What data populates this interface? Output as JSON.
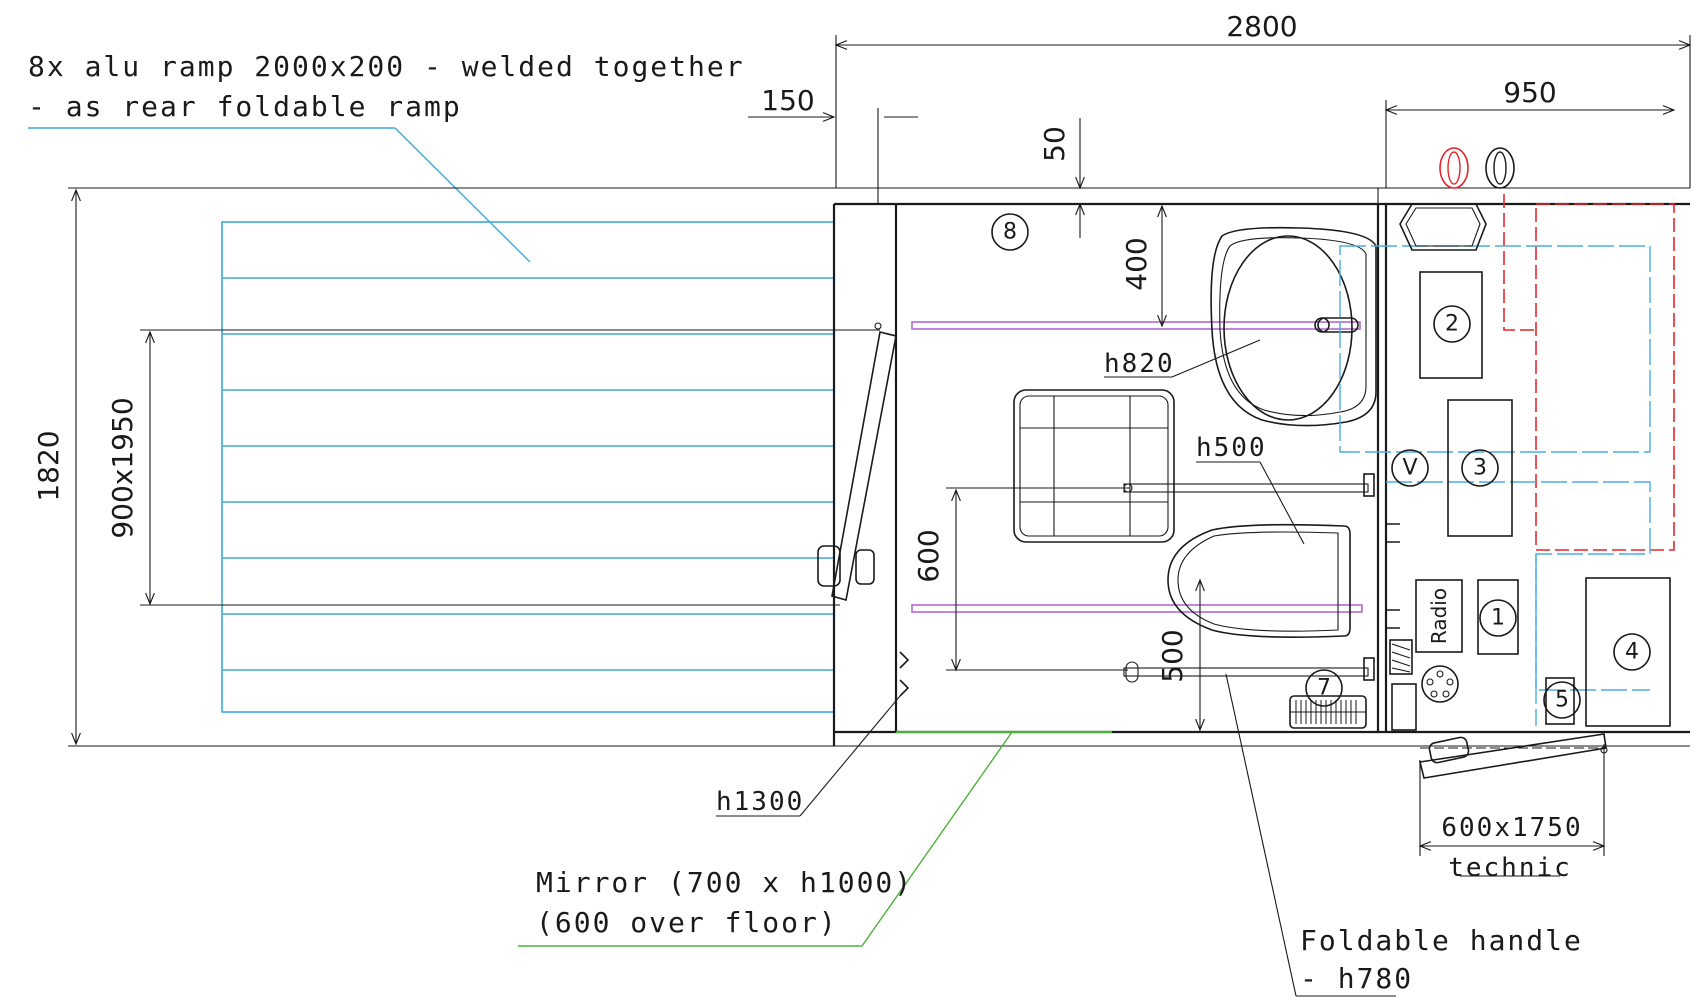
{
  "colors": {
    "line": "#1a1a1a",
    "ramp": "#3fa9dc",
    "mirror": "#49b338",
    "grab_bar": "#b06ad0",
    "hatch_red": "#e3262b",
    "hatch_blue": "#4aaee0"
  },
  "dimensions": {
    "overall_width": "2800",
    "technic_width": "950",
    "front_offset": "150",
    "top_offset": "50",
    "overall_depth": "1820",
    "door_opening": "900x1950",
    "sink_offset": "400",
    "wc_offset": "600",
    "bar_offset": "500",
    "technic_door": "600x1750"
  },
  "labels": {
    "ramp_line1": "8x alu ramp 2000x200 - welded together",
    "ramp_line2": "- as rear foldable ramp",
    "sink_height": "h820",
    "wc_height": "h500",
    "hook_height": "h1300",
    "mirror_line1": "Mirror (700 x h1000)",
    "mirror_line2": "(600 over floor)",
    "technic_label": "technic",
    "handle_line1": "Foldable handle",
    "handle_line2": "- h780",
    "radio": "Radio",
    "valve": "V"
  },
  "markers": [
    "1",
    "2",
    "3",
    "4",
    "5",
    "7",
    "8"
  ],
  "ramp": {
    "slat_count": 8
  }
}
